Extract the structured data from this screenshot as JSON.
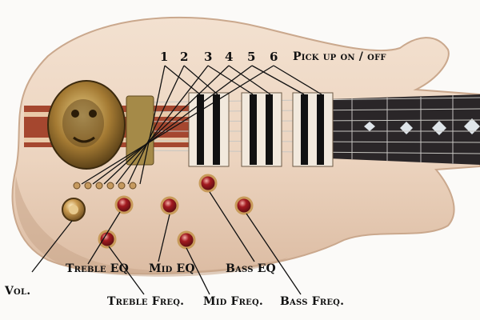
{
  "image": {
    "subject": "Custom multi-pickup guitar with labeled controls",
    "colors": {
      "body": "#efd9c6",
      "body_shadow": "#d9bea6",
      "fingerboard": "#2b2729",
      "stripe_red": "#8e3b2b",
      "brass": "#b48a3c",
      "knob_red": "#9b1b1f",
      "knob_brass": "#c79a52",
      "label_text": "#111111"
    }
  },
  "labels": {
    "pickups": [
      "1",
      "2",
      "3",
      "4",
      "5",
      "6"
    ],
    "pickup_switch": "Pick up on / off",
    "volume": "Vol.",
    "treble_eq": "Treble EQ",
    "treble_freq": "Treble Freq.",
    "mid_eq": "Mid EQ",
    "mid_freq": "Mid Freq.",
    "bass_eq": "Bass EQ",
    "bass_freq": "Bass Freq."
  }
}
